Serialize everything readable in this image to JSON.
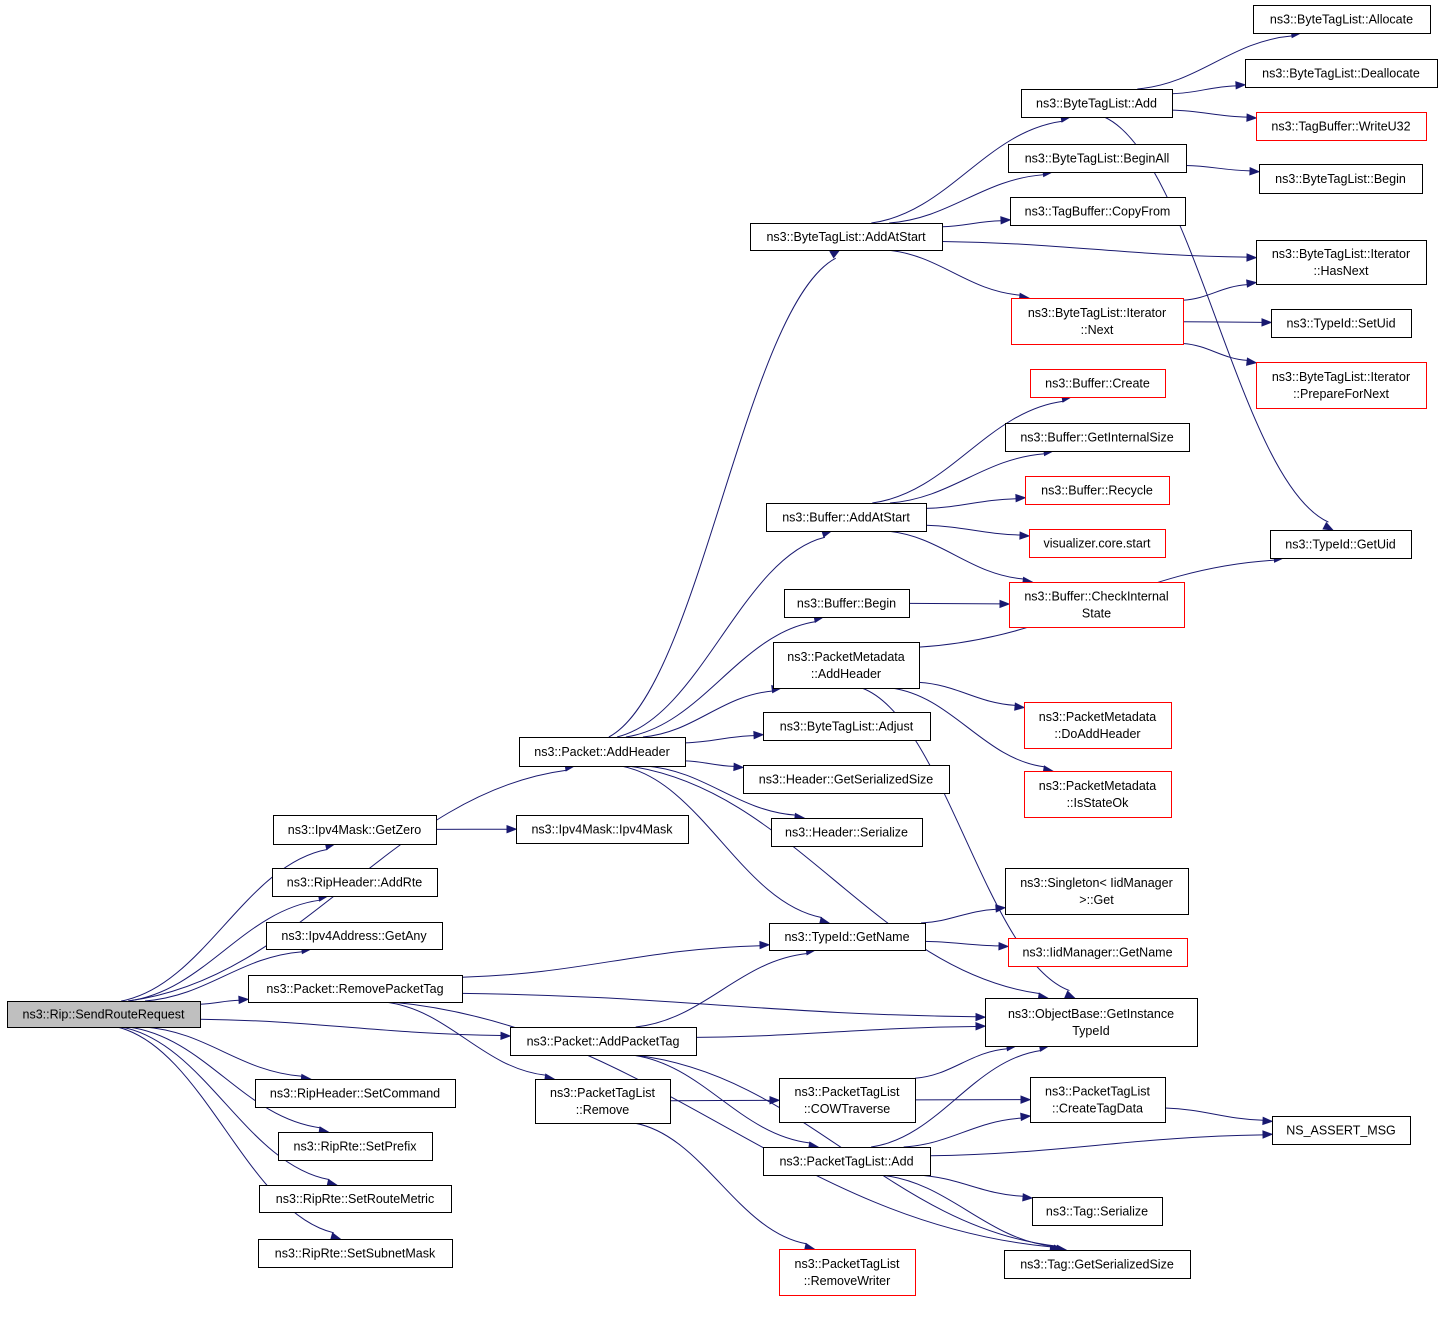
{
  "nodes": [
    {
      "id": "root",
      "lines": [
        "ns3::Rip::SendRouteRequest"
      ],
      "style": "root"
    },
    {
      "id": "pkt_addheader",
      "lines": [
        "ns3::Packet::AddHeader"
      ]
    },
    {
      "id": "ipv4mask_getzero",
      "lines": [
        "ns3::Ipv4Mask::GetZero"
      ]
    },
    {
      "id": "ipv4mask_ipv4mask",
      "lines": [
        "ns3::Ipv4Mask::Ipv4Mask"
      ]
    },
    {
      "id": "ripheader_addrte",
      "lines": [
        "ns3::RipHeader::AddRte"
      ]
    },
    {
      "id": "ipv4addr_getany",
      "lines": [
        "ns3::Ipv4Address::GetAny"
      ]
    },
    {
      "id": "pkt_removepackettag",
      "lines": [
        "ns3::Packet::RemovePacketTag"
      ]
    },
    {
      "id": "pkt_addpackettag",
      "lines": [
        "ns3::Packet::AddPacketTag"
      ]
    },
    {
      "id": "ripheader_setcommand",
      "lines": [
        "ns3::RipHeader::SetCommand"
      ]
    },
    {
      "id": "riprte_setprefix",
      "lines": [
        "ns3::RipRte::SetPrefix"
      ]
    },
    {
      "id": "riprte_setroutemetric",
      "lines": [
        "ns3::RipRte::SetRouteMetric"
      ]
    },
    {
      "id": "riprte_setsubnetmask",
      "lines": [
        "ns3::RipRte::SetSubnetMask"
      ]
    },
    {
      "id": "btl_addatstart",
      "lines": [
        "ns3::ByteTagList::AddAtStart"
      ]
    },
    {
      "id": "buffer_addatstart",
      "lines": [
        "ns3::Buffer::AddAtStart"
      ]
    },
    {
      "id": "buffer_begin",
      "lines": [
        "ns3::Buffer::Begin"
      ]
    },
    {
      "id": "pmd_addheader",
      "lines": [
        "ns3::PacketMetadata",
        "::AddHeader"
      ]
    },
    {
      "id": "btl_adjust",
      "lines": [
        "ns3::ByteTagList::Adjust"
      ]
    },
    {
      "id": "header_getserializedsize",
      "lines": [
        "ns3::Header::GetSerializedSize"
      ]
    },
    {
      "id": "header_serialize",
      "lines": [
        "ns3::Header::Serialize"
      ]
    },
    {
      "id": "typeid_getname",
      "lines": [
        "ns3::TypeId::GetName"
      ]
    },
    {
      "id": "ptl_remove",
      "lines": [
        "ns3::PacketTagList",
        "::Remove"
      ]
    },
    {
      "id": "ptl_cowtraverse",
      "lines": [
        "ns3::PacketTagList",
        "::COWTraverse"
      ]
    },
    {
      "id": "ptl_add",
      "lines": [
        "ns3::PacketTagList::Add"
      ]
    },
    {
      "id": "ptl_removewriter",
      "lines": [
        "ns3::PacketTagList",
        "::RemoveWriter"
      ],
      "style": "red"
    },
    {
      "id": "btl_add",
      "lines": [
        "ns3::ByteTagList::Add"
      ]
    },
    {
      "id": "btl_beginall",
      "lines": [
        "ns3::ByteTagList::BeginAll"
      ]
    },
    {
      "id": "tagbuffer_copyfrom",
      "lines": [
        "ns3::TagBuffer::CopyFrom"
      ]
    },
    {
      "id": "btli_next",
      "lines": [
        "ns3::ByteTagList::Iterator",
        "::Next"
      ],
      "style": "red"
    },
    {
      "id": "buffer_create",
      "lines": [
        "ns3::Buffer::Create"
      ],
      "style": "red"
    },
    {
      "id": "buffer_getinternalsize",
      "lines": [
        "ns3::Buffer::GetInternalSize"
      ]
    },
    {
      "id": "buffer_recycle",
      "lines": [
        "ns3::Buffer::Recycle"
      ],
      "style": "red"
    },
    {
      "id": "visualizer_start",
      "lines": [
        "visualizer.core.start"
      ],
      "style": "red"
    },
    {
      "id": "buffer_checkinternalstate",
      "lines": [
        "ns3::Buffer::CheckInternal",
        "State"
      ],
      "style": "red"
    },
    {
      "id": "pmd_doaddheader",
      "lines": [
        "ns3::PacketMetadata",
        "::DoAddHeader"
      ],
      "style": "red"
    },
    {
      "id": "pmd_isstateok",
      "lines": [
        "ns3::PacketMetadata",
        "::IsStateOk"
      ],
      "style": "red"
    },
    {
      "id": "singleton_get",
      "lines": [
        "ns3::Singleton< IidManager",
        ">::Get"
      ]
    },
    {
      "id": "iidmanager_getname",
      "lines": [
        "ns3::IidManager::GetName"
      ],
      "style": "red"
    },
    {
      "id": "objectbase_getinstancetypeid",
      "lines": [
        "ns3::ObjectBase::GetInstance",
        "TypeId"
      ]
    },
    {
      "id": "ptl_createtagdata",
      "lines": [
        "ns3::PacketTagList",
        "::CreateTagData"
      ]
    },
    {
      "id": "tag_serialize",
      "lines": [
        "ns3::Tag::Serialize"
      ]
    },
    {
      "id": "tag_getserializedsize",
      "lines": [
        "ns3::Tag::GetSerializedSize"
      ]
    },
    {
      "id": "btl_allocate",
      "lines": [
        "ns3::ByteTagList::Allocate"
      ]
    },
    {
      "id": "btl_deallocate",
      "lines": [
        "ns3::ByteTagList::Deallocate"
      ]
    },
    {
      "id": "tagbuffer_writeu32",
      "lines": [
        "ns3::TagBuffer::WriteU32"
      ],
      "style": "red"
    },
    {
      "id": "btl_begin",
      "lines": [
        "ns3::ByteTagList::Begin"
      ]
    },
    {
      "id": "btli_hasnext",
      "lines": [
        "ns3::ByteTagList::Iterator",
        "::HasNext"
      ]
    },
    {
      "id": "typeid_setuid",
      "lines": [
        "ns3::TypeId::SetUid"
      ]
    },
    {
      "id": "btli_preparefornext",
      "lines": [
        "ns3::ByteTagList::Iterator",
        "::PrepareForNext"
      ],
      "style": "red"
    },
    {
      "id": "typeid_getuid",
      "lines": [
        "ns3::TypeId::GetUid"
      ]
    },
    {
      "id": "ns_assert_msg",
      "lines": [
        "NS_ASSERT_MSG"
      ]
    }
  ],
  "edges": [
    [
      "root",
      "pkt_addheader"
    ],
    [
      "root",
      "ipv4mask_getzero"
    ],
    [
      "root",
      "ripheader_addrte"
    ],
    [
      "root",
      "ipv4addr_getany"
    ],
    [
      "root",
      "pkt_removepackettag"
    ],
    [
      "root",
      "pkt_addpackettag"
    ],
    [
      "root",
      "ripheader_setcommand"
    ],
    [
      "root",
      "riprte_setprefix"
    ],
    [
      "root",
      "riprte_setroutemetric"
    ],
    [
      "root",
      "riprte_setsubnetmask"
    ],
    [
      "ipv4mask_getzero",
      "ipv4mask_ipv4mask"
    ],
    [
      "pkt_addheader",
      "btl_addatstart"
    ],
    [
      "pkt_addheader",
      "buffer_addatstart"
    ],
    [
      "pkt_addheader",
      "buffer_begin"
    ],
    [
      "pkt_addheader",
      "pmd_addheader"
    ],
    [
      "pkt_addheader",
      "btl_adjust"
    ],
    [
      "pkt_addheader",
      "header_getserializedsize"
    ],
    [
      "pkt_addheader",
      "header_serialize"
    ],
    [
      "pkt_addheader",
      "typeid_getname"
    ],
    [
      "pkt_addheader",
      "objectbase_getinstancetypeid"
    ],
    [
      "btl_addatstart",
      "btl_add"
    ],
    [
      "btl_addatstart",
      "btl_beginall"
    ],
    [
      "btl_addatstart",
      "tagbuffer_copyfrom"
    ],
    [
      "btl_addatstart",
      "btli_hasnext"
    ],
    [
      "btl_addatstart",
      "btli_next"
    ],
    [
      "btl_add",
      "btl_allocate"
    ],
    [
      "btl_add",
      "btl_deallocate"
    ],
    [
      "btl_add",
      "tagbuffer_writeu32"
    ],
    [
      "btl_add",
      "typeid_getuid"
    ],
    [
      "btl_beginall",
      "btl_begin"
    ],
    [
      "btli_next",
      "btli_hasnext"
    ],
    [
      "btli_next",
      "typeid_setuid"
    ],
    [
      "btli_next",
      "btli_preparefornext"
    ],
    [
      "buffer_addatstart",
      "buffer_create"
    ],
    [
      "buffer_addatstart",
      "buffer_getinternalsize"
    ],
    [
      "buffer_addatstart",
      "buffer_recycle"
    ],
    [
      "buffer_addatstart",
      "visualizer_start"
    ],
    [
      "buffer_addatstart",
      "buffer_checkinternalstate"
    ],
    [
      "buffer_begin",
      "buffer_checkinternalstate"
    ],
    [
      "pmd_addheader",
      "typeid_getuid"
    ],
    [
      "pmd_addheader",
      "pmd_doaddheader"
    ],
    [
      "pmd_addheader",
      "pmd_isstateok"
    ],
    [
      "pmd_addheader",
      "objectbase_getinstancetypeid"
    ],
    [
      "typeid_getname",
      "singleton_get"
    ],
    [
      "typeid_getname",
      "iidmanager_getname"
    ],
    [
      "pkt_removepackettag",
      "typeid_getname"
    ],
    [
      "pkt_removepackettag",
      "objectbase_getinstancetypeid"
    ],
    [
      "pkt_removepackettag",
      "ptl_remove"
    ],
    [
      "pkt_removepackettag",
      "tag_getserializedsize"
    ],
    [
      "pkt_addpackettag",
      "typeid_getname"
    ],
    [
      "pkt_addpackettag",
      "objectbase_getinstancetypeid"
    ],
    [
      "pkt_addpackettag",
      "ptl_add"
    ],
    [
      "pkt_addpackettag",
      "tag_getserializedsize"
    ],
    [
      "ptl_remove",
      "ptl_cowtraverse"
    ],
    [
      "ptl_remove",
      "ptl_removewriter"
    ],
    [
      "ptl_cowtraverse",
      "objectbase_getinstancetypeid"
    ],
    [
      "ptl_cowtraverse",
      "ptl_createtagdata"
    ],
    [
      "ptl_add",
      "ptl_createtagdata"
    ],
    [
      "ptl_add",
      "objectbase_getinstancetypeid"
    ],
    [
      "ptl_add",
      "ns_assert_msg"
    ],
    [
      "ptl_add",
      "tag_serialize"
    ],
    [
      "ptl_add",
      "tag_getserializedsize"
    ],
    [
      "ptl_createtagdata",
      "ns_assert_msg"
    ]
  ]
}
